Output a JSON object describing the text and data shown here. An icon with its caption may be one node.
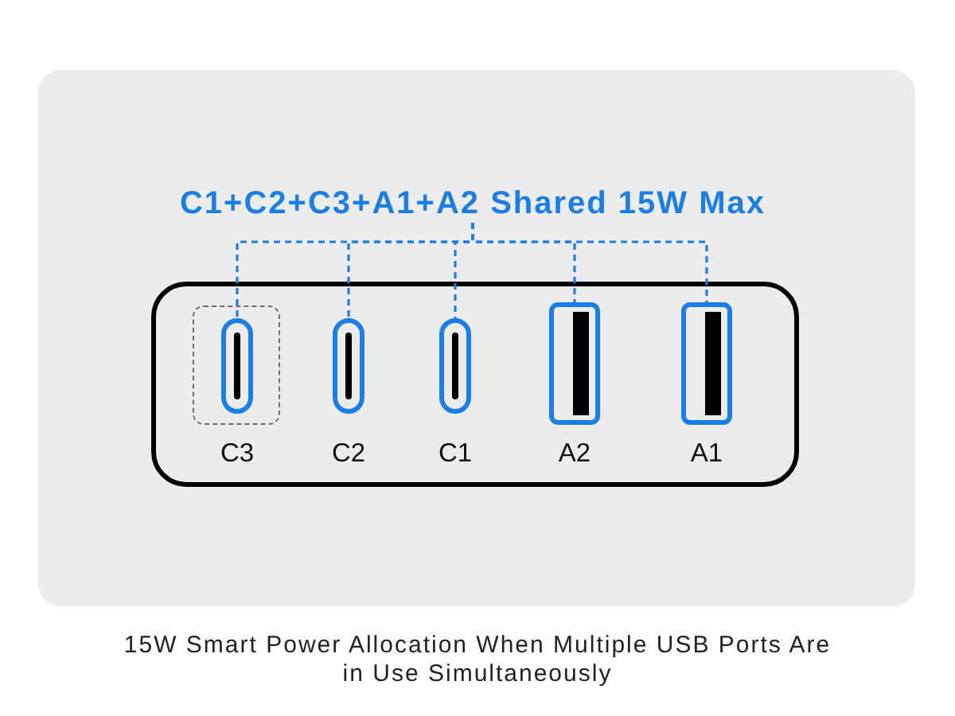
{
  "diagram": {
    "nodes": [
      {
        "text": [
          "C1+C2+C3+A1+A2 Shared 15W Max"
        ]
      },
      {
        "text": [],
        "shape": "box"
      },
      {
        "text": [
          "C3"
        ],
        "in": 1
      },
      {
        "text": [
          "C2"
        ],
        "in": 1
      },
      {
        "text": [
          "C1"
        ],
        "in": 1
      },
      {
        "text": [
          "A2"
        ],
        "in": 1
      },
      {
        "text": [
          "A1"
        ],
        "in": 1
      }
    ],
    "edges": [
      {
        "from": 0,
        "to": 2,
        "arrow": "none",
        "style": "dashed"
      },
      {
        "from": 0,
        "to": 3,
        "arrow": "none",
        "style": "dashed"
      },
      {
        "from": 0,
        "to": 4,
        "arrow": "none",
        "style": "dashed"
      },
      {
        "from": 0,
        "to": 5,
        "arrow": "none",
        "style": "dashed"
      },
      {
        "from": 0,
        "to": 6,
        "arrow": "none",
        "style": "dashed"
      }
    ],
    "caption": "15W Smart Power Allocation When Multiple USB Ports Are in Use Simultaneously"
  }
}
